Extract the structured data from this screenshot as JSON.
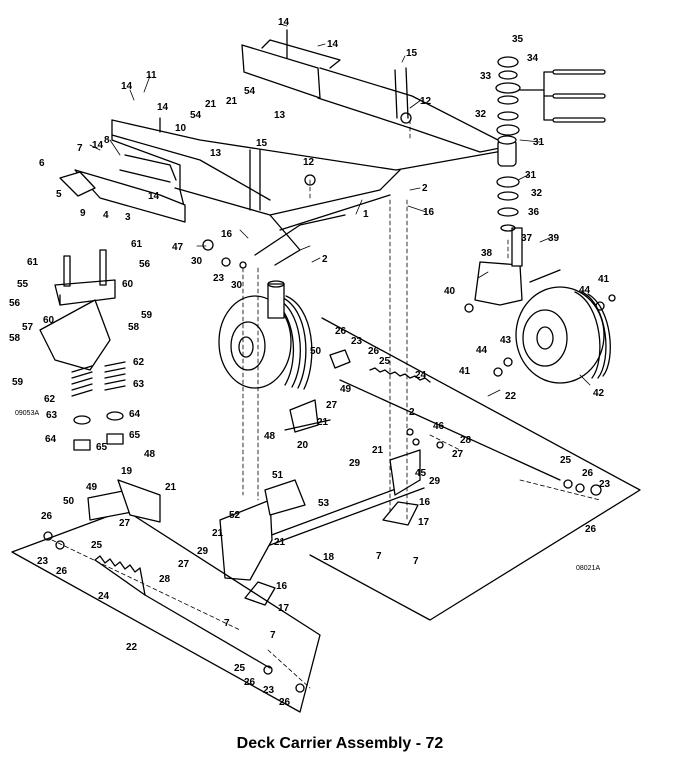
{
  "caption": "Deck Carrier Assembly - 72",
  "figure_codes": {
    "left": "09053A",
    "right": "08021A"
  },
  "callouts": {
    "c1": "1",
    "c2": "2",
    "c3": "3",
    "c4": "4",
    "c5": "5",
    "c6": "6",
    "c7": "7",
    "c8": "8",
    "c9": "9",
    "c10": "10",
    "c11": "11",
    "c12": "12",
    "c13": "13",
    "c14": "14",
    "c15": "15",
    "c16": "16",
    "c17": "17",
    "c18": "18",
    "c19": "19",
    "c20": "20",
    "c21": "21",
    "c22": "22",
    "c23": "23",
    "c24": "24",
    "c25": "25",
    "c26": "26",
    "c27": "27",
    "c28": "28",
    "c29": "29",
    "c30": "30",
    "c31": "31",
    "c32": "32",
    "c33": "33",
    "c34": "34",
    "c35": "35",
    "c36": "36",
    "c37": "37",
    "c38": "38",
    "c39": "39",
    "c40": "40",
    "c41": "41",
    "c42": "42",
    "c43": "43",
    "c44": "44",
    "c45": "45",
    "c46": "46",
    "c47": "47",
    "c48": "48",
    "c49": "49",
    "c50": "50",
    "c51": "51",
    "c52": "52",
    "c53": "53",
    "c54": "54",
    "c55": "55",
    "c56": "56",
    "c57": "57",
    "c58": "58",
    "c59": "59",
    "c60": "60",
    "c61": "61",
    "c62": "62",
    "c63": "63",
    "c64": "64",
    "c65": "65"
  }
}
